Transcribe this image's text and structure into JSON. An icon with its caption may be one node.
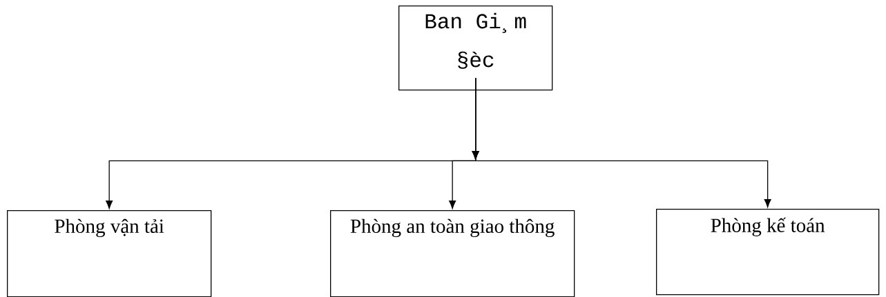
{
  "diagram": {
    "nodes": [
      {
        "text": [
          "Ban Gi¸m §èc"
        ]
      },
      {
        "text": [
          "Phòng vận tải"
        ]
      },
      {
        "text": [
          "Phòng an toàn giao thông"
        ]
      },
      {
        "text": [
          "Phòng kế toán"
        ]
      }
    ],
    "edges": [
      {
        "from": 0,
        "to": 1,
        "arrow": "to"
      },
      {
        "from": 0,
        "to": 2,
        "arrow": "to"
      },
      {
        "from": 0,
        "to": 3,
        "arrow": "to"
      }
    ]
  }
}
